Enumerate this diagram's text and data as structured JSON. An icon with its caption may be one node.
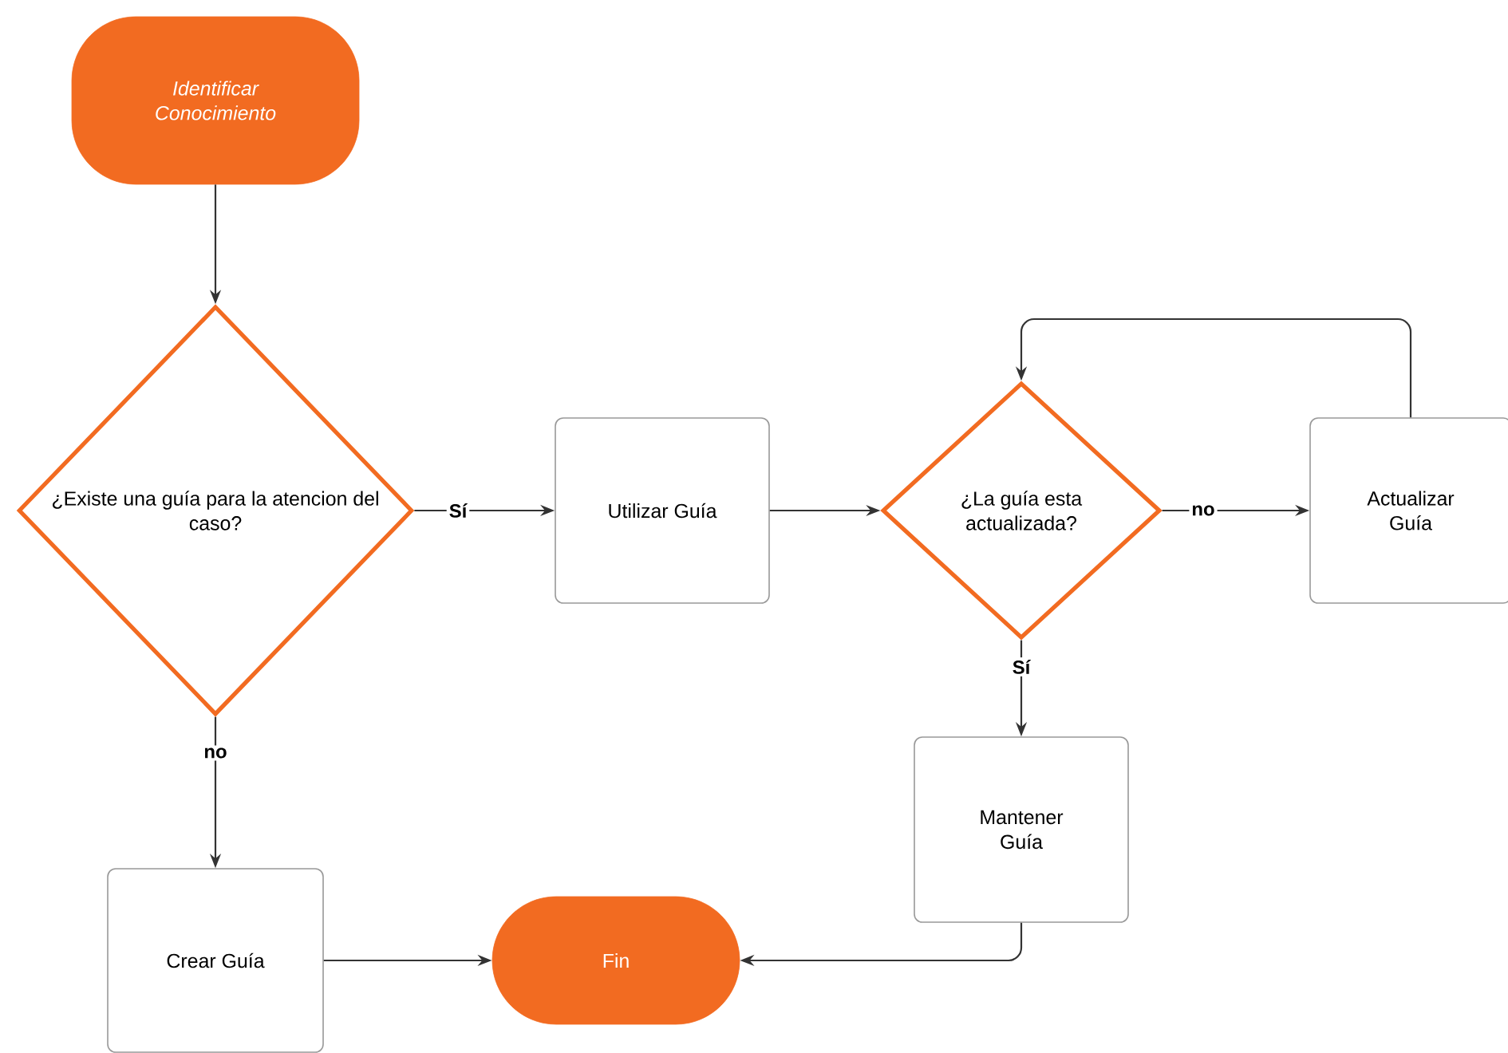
{
  "diagram": {
    "nodes": [
      {
        "text": [
          "Identificar Conocimiento"
        ]
      },
      {
        "text": [
          "¿Existe una guía para la atencion del caso?"
        ]
      },
      {
        "text": [
          "Utilizar Guía"
        ]
      },
      {
        "text": [
          "¿La guía esta actualizada?"
        ]
      },
      {
        "text": [
          "Actualizar Guía"
        ]
      },
      {
        "text": [
          "Mantener Guía"
        ]
      },
      {
        "text": [
          "Crear Guía"
        ]
      },
      {
        "text": [
          "Fin"
        ]
      }
    ],
    "edges": [
      {
        "from": 0,
        "to": 1,
        "arrow": "to"
      },
      {
        "from": 1,
        "to": 2,
        "arrow": "to",
        "label": "Sí"
      },
      {
        "from": 1,
        "to": 6,
        "arrow": "to",
        "label": "no"
      },
      {
        "from": 2,
        "to": 3,
        "arrow": "to"
      },
      {
        "from": 3,
        "to": 4,
        "arrow": "to",
        "label": "no"
      },
      {
        "from": 4,
        "to": 3,
        "arrow": "to"
      },
      {
        "from": 3,
        "to": 5,
        "arrow": "to",
        "label": "Sí"
      },
      {
        "from": 6,
        "to": 7,
        "arrow": "to"
      },
      {
        "from": 5,
        "to": 7,
        "arrow": "to"
      }
    ]
  }
}
